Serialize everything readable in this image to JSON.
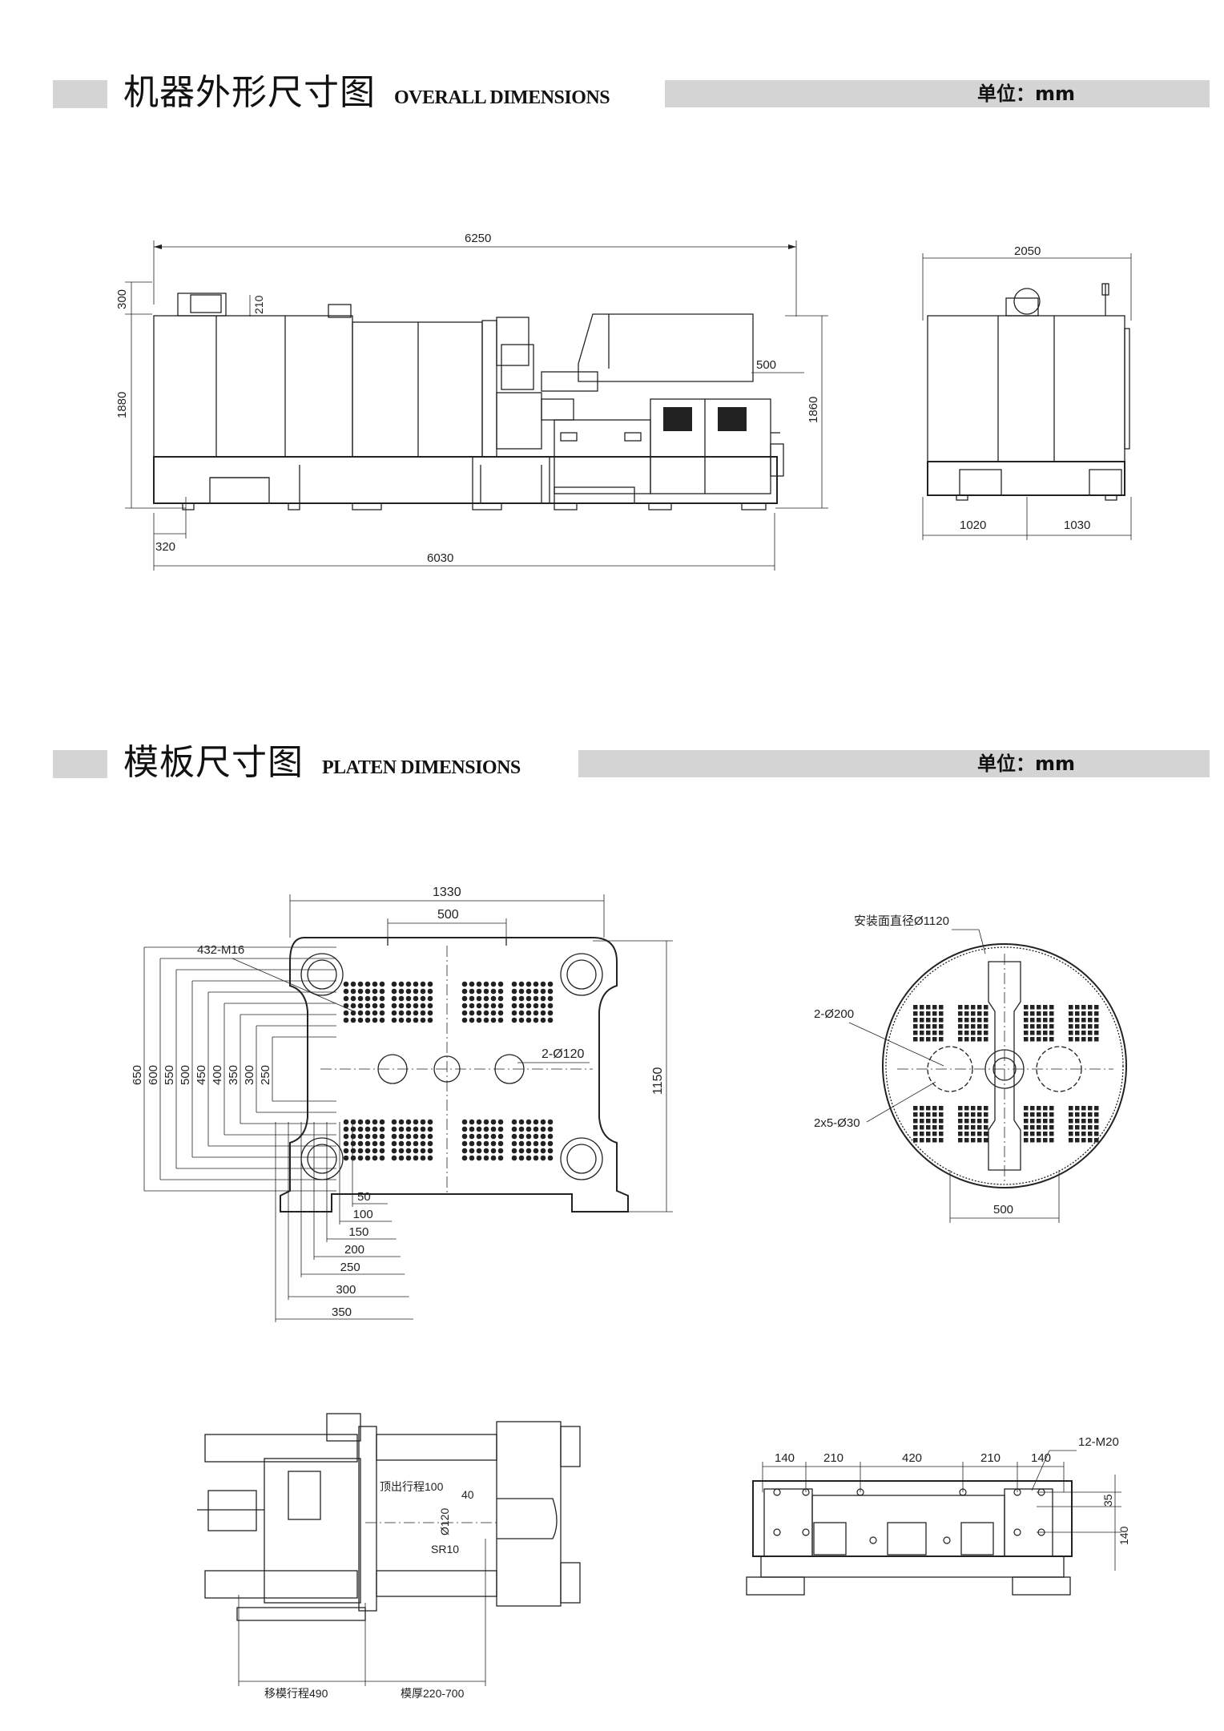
{
  "sections": [
    {
      "title_cn": "机器外形尺寸图",
      "title_en": "OVERALL DIMENSIONS",
      "unit_label": "单位：mm"
    },
    {
      "title_cn": "模板尺寸图",
      "title_en": "PLATEN DIMENSIONS",
      "unit_label": "单位：mm"
    }
  ],
  "overall_side_view": {
    "total_length": "6250",
    "base_length": "6030",
    "left_offset": "320",
    "top_offset": "300",
    "top_offset_2": "210",
    "body_height": "1880",
    "right_height": "1860",
    "hopper_offset": "500"
  },
  "overall_end_view": {
    "width": "2050",
    "left_half": "1020",
    "right_half": "1030"
  },
  "platen_front": {
    "width": "1330",
    "inner_width": "500",
    "height": "1150",
    "holes_label": "432-M16",
    "center_holes": "2-Ø120",
    "vertical_dims": [
      "650",
      "600",
      "550",
      "500",
      "450",
      "400",
      "350",
      "300",
      "250"
    ],
    "horizontal_dims": [
      "50",
      "100",
      "150",
      "200",
      "250",
      "300",
      "350"
    ]
  },
  "platen_round": {
    "mount_diameter": "安装面直径Ø1120",
    "holes_a": "2-Ø200",
    "holes_b": "2x5-Ø30",
    "width": "500"
  },
  "platen_side": {
    "ejector_stroke": "顶出行程100",
    "dim_40": "40",
    "dim_120": "Ø120",
    "sr": "SR10",
    "mold_stroke": "移模行程490",
    "mold_thickness": "模厚220-700"
  },
  "platen_bottom": {
    "dims": [
      "140",
      "210",
      "420",
      "210",
      "140"
    ],
    "holes": "12-M20",
    "dim_35": "35",
    "dim_140": "140"
  }
}
